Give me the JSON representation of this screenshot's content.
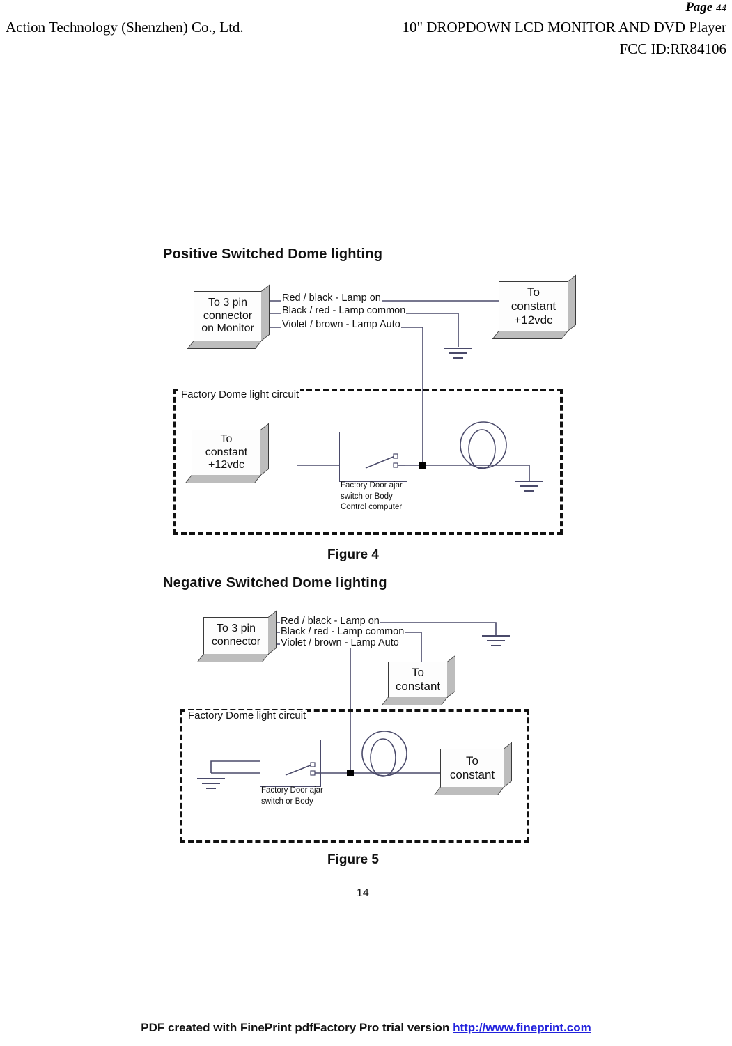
{
  "header": {
    "page_label": "Page",
    "page_number": "44",
    "company": "Action Technology (Shenzhen) Co., Ltd.",
    "product": "10\" DROPDOWN LCD MONITOR AND DVD Player",
    "fcc_id": "FCC ID:RR84106"
  },
  "figure4": {
    "section_title": "Positive Switched Dome lighting",
    "caption": "Figure 4",
    "connector_box": {
      "line1": "To  3 pin",
      "line2": "connector",
      "line3": "on Monitor"
    },
    "wires": [
      "Red / black - Lamp on",
      "Black / red - Lamp common",
      "Violet / brown  -  Lamp Auto"
    ],
    "supply_box_right": {
      "line1": "To",
      "line2": "constant",
      "line3": "+12vdc"
    },
    "dashed_label": "Factory Dome light circuit",
    "supply_box_inner": {
      "line1": "To",
      "line2": "constant",
      "line3": "+12vdc"
    },
    "switch_caption": {
      "line1": "Factory Door ajar",
      "line2": "switch or Body",
      "line3": "Control computer"
    }
  },
  "figure5": {
    "section_title": "Negative Switched Dome lighting",
    "caption": "Figure 5",
    "connector_box": {
      "line1": "To  3 pin",
      "line2": "connector"
    },
    "wires": [
      "Red / black - Lamp on",
      "Black / red - Lamp common",
      "Violet / brown -  Lamp Auto"
    ],
    "supply_box_upper": {
      "line1": "To",
      "line2": "constant"
    },
    "dashed_label": "Factory Dome light circuit",
    "supply_box_inner": {
      "line1": "To",
      "line2": "constant"
    },
    "switch_caption": {
      "line1": "Factory Door ajar",
      "line2": "switch or Body"
    }
  },
  "page_number_bottom": "14",
  "footer": {
    "text": "PDF created with FinePrint pdfFactory Pro trial version ",
    "link": "http://www.fineprint.com",
    "link_color": "#2222dd"
  }
}
